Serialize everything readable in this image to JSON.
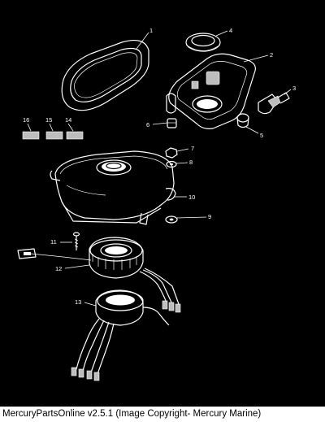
{
  "callouts": [
    "1",
    "2",
    "3",
    "4",
    "5",
    "6",
    "7",
    "8",
    "9",
    "10",
    "11",
    "12",
    "13",
    "14",
    "15",
    "16"
  ],
  "footer": {
    "caption": "MercuryPartsOnline v2.5.1 (Image Copyright- Mercury Marine)"
  }
}
